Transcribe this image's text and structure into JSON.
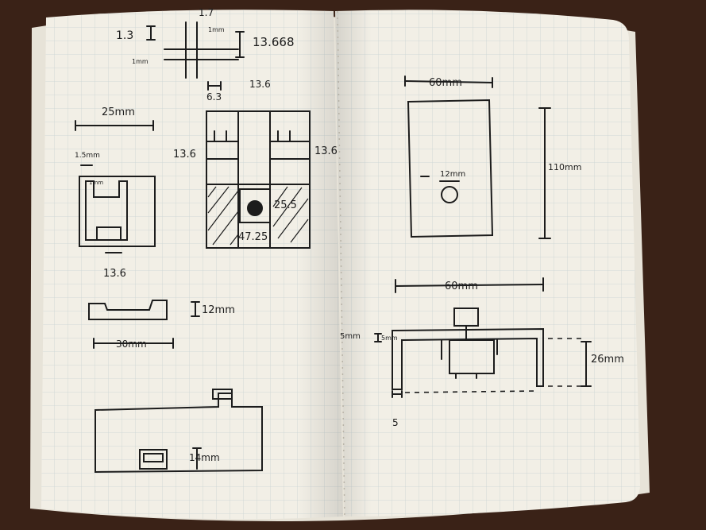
{
  "colors": {
    "table": "#3a2217",
    "paper": "#f2efe6",
    "grid": "#c9d3d3",
    "ink": "#1c1c1c"
  },
  "left_page": {
    "cross": {
      "a": "1.3",
      "b": "1.7",
      "c": "13.668",
      "d": "6.3",
      "e": "13.6",
      "f": "1mm",
      "g": "1mm"
    },
    "bracket": {
      "width": "25mm",
      "edge": "1.5mm",
      "bottom": "13.6",
      "tick": "1mm"
    },
    "grid_box": {
      "left": "13.6",
      "right": "13.6",
      "center": "25.5",
      "bottom": "47.25"
    },
    "profile": {
      "height": "12mm",
      "width": "30mm"
    },
    "front": {
      "height": "14mm"
    }
  },
  "right_page": {
    "top_view": {
      "width": "60mm",
      "height": "110mm",
      "hole": "12mm"
    },
    "side_view": {
      "width": "60mm",
      "depth": "26mm",
      "thick": "5mm",
      "leg": "5",
      "edge": "5mm"
    }
  }
}
